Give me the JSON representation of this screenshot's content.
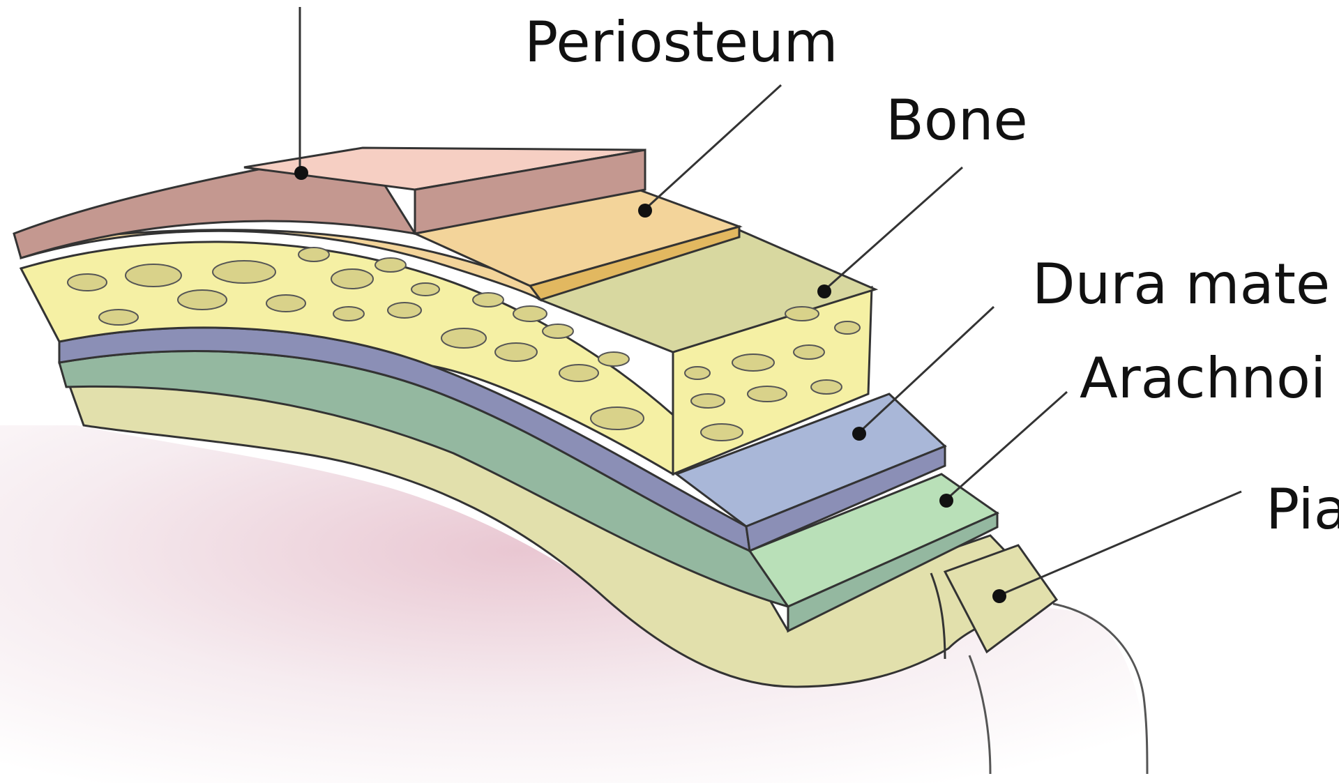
{
  "labels": {
    "periosteum": "Periosteum",
    "bone": "Bone",
    "dura_mater": "Dura mate",
    "arachnoid": "Arachnoi",
    "pia": "Pia"
  },
  "colors": {
    "scalp_top": "#f6cfc3",
    "scalp_side": "#c49890",
    "periosteum": "#f3d49a",
    "periosteum_edge": "#e2b860",
    "bone_top": "#d8d8a0",
    "bone_side": "#f5f0a4",
    "bone_spot": "#d9d28a",
    "dura_top": "#a9b7d8",
    "dura_side": "#8b8fb6",
    "arachnoid_top": "#b9e0b8",
    "arachnoid_side": "#94b8a0",
    "pia": "#e2e0ac",
    "brain": "#f3e4ea",
    "stroke": "#333333"
  }
}
